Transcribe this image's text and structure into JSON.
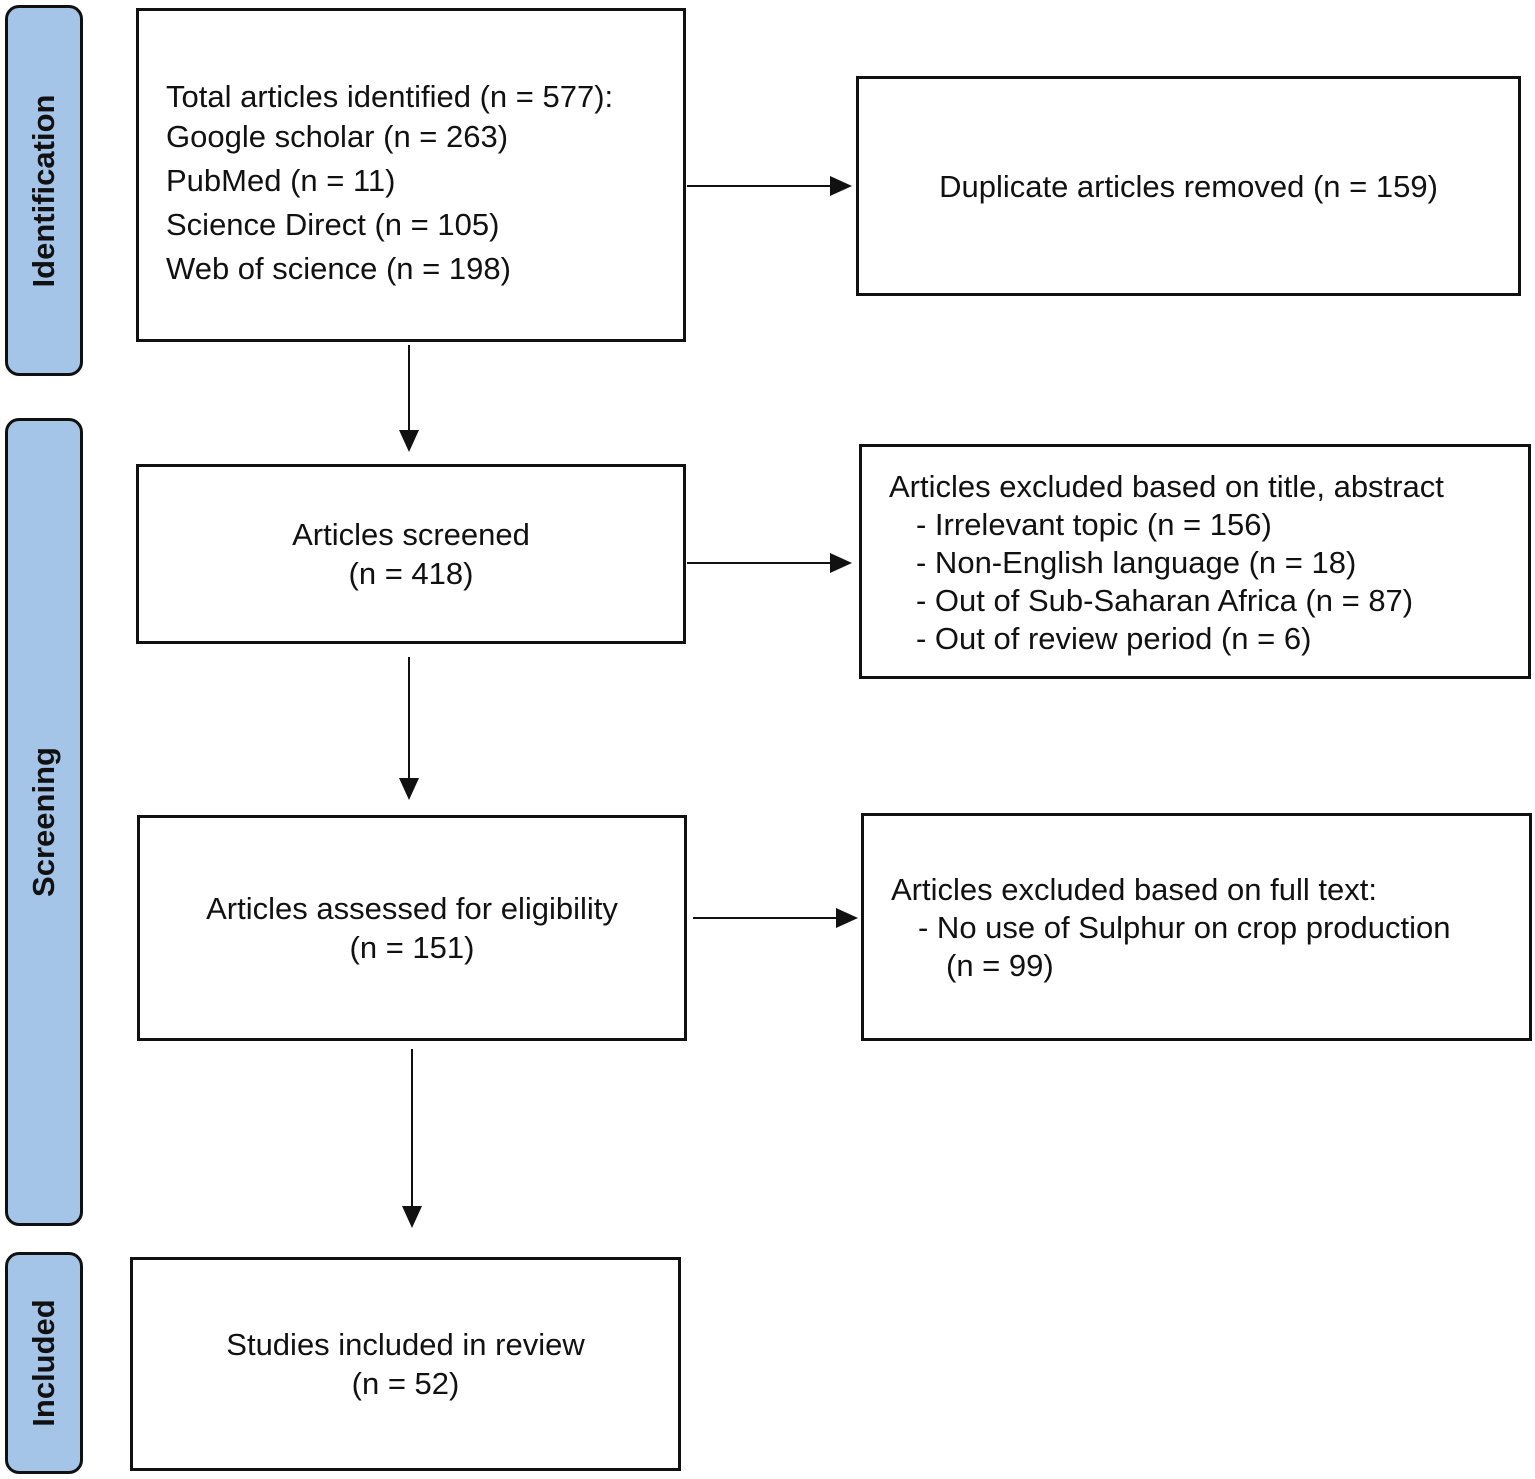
{
  "stages": {
    "identification": "Identification",
    "screening": "Screening",
    "included": "Included"
  },
  "boxes": {
    "identified": {
      "lines": [
        "Total articles identified (n = 577):",
        "Google scholar (n = 263)",
        "PubMed (n = 11)",
        "Science Direct (n = 105)",
        "Web of science (n = 198)"
      ]
    },
    "duplicates": {
      "text": "Duplicate articles removed (n = 159)"
    },
    "screened": {
      "title": "Articles screened",
      "count": "(n = 418)"
    },
    "excluded_title": {
      "heading": "Articles excluded based on title, abstract",
      "items": [
        "-  Irrelevant topic (n = 156)",
        "-  Non-English language (n = 18)",
        "-  Out of Sub-Saharan Africa (n = 87)",
        "-  Out of review period (n = 6)"
      ]
    },
    "eligibility": {
      "title": "Articles assessed for eligibility",
      "count": "(n = 151)"
    },
    "excluded_full": {
      "heading": "Articles excluded based on full text:",
      "item": "-  No use of Sulphur on crop production",
      "item_cont": "(n = 99)"
    },
    "included": {
      "title": "Studies included in review",
      "count": "(n = 52)"
    }
  }
}
